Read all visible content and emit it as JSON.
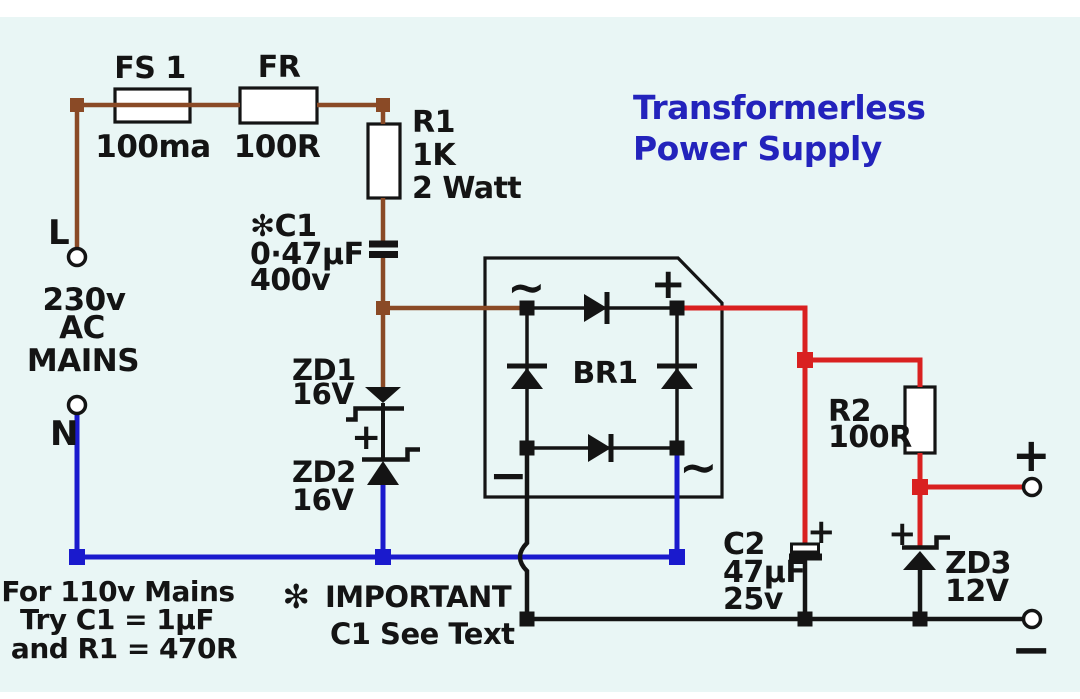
{
  "title": {
    "line1": "Transformerless",
    "line2": "Power Supply"
  },
  "mains": {
    "live": "L",
    "neutral": "N",
    "rating_line1": "230v",
    "rating_line2": "AC",
    "rating_line3": "MAINS"
  },
  "components": {
    "fs1": {
      "ref": "FS 1",
      "value": "100ma"
    },
    "fr": {
      "ref": "FR",
      "value": "100R"
    },
    "r1": {
      "ref": "R1",
      "value": "1K",
      "rating": "2 Watt"
    },
    "c1": {
      "ref": "✻C1",
      "value": "0·47µF",
      "rating": "400v"
    },
    "zd1": {
      "ref": "ZD1",
      "value": "16V",
      "polarity": "+"
    },
    "zd2": {
      "ref": "ZD2",
      "value": "16V"
    },
    "br1": {
      "ref": "BR1",
      "ac_top": "∼",
      "ac_bottom": "∼",
      "plus": "+",
      "minus": "−"
    },
    "r2": {
      "ref": "R2",
      "value": "100R"
    },
    "c2": {
      "ref": "C2",
      "value": "47µF",
      "rating": "25v",
      "polarity": "+"
    },
    "zd3": {
      "ref": "ZD3",
      "value": "12V",
      "polarity": "+"
    }
  },
  "output": {
    "plus": "+",
    "minus": "−"
  },
  "notes": {
    "alt_line1": "For 110v Mains",
    "alt_line2": "Try C1 = 1µF",
    "alt_line3": "and R1 = 470R",
    "important_star": "✻",
    "important_line1": "IMPORTANT",
    "important_line2": "C1 See Text"
  },
  "colors": {
    "background": "#e9f6f5",
    "wire_live": "#8a4a26",
    "wire_neutral": "#1a1acd",
    "wire_positive": "#d92020",
    "wire_common": "#141414",
    "title": "#2323bc"
  }
}
